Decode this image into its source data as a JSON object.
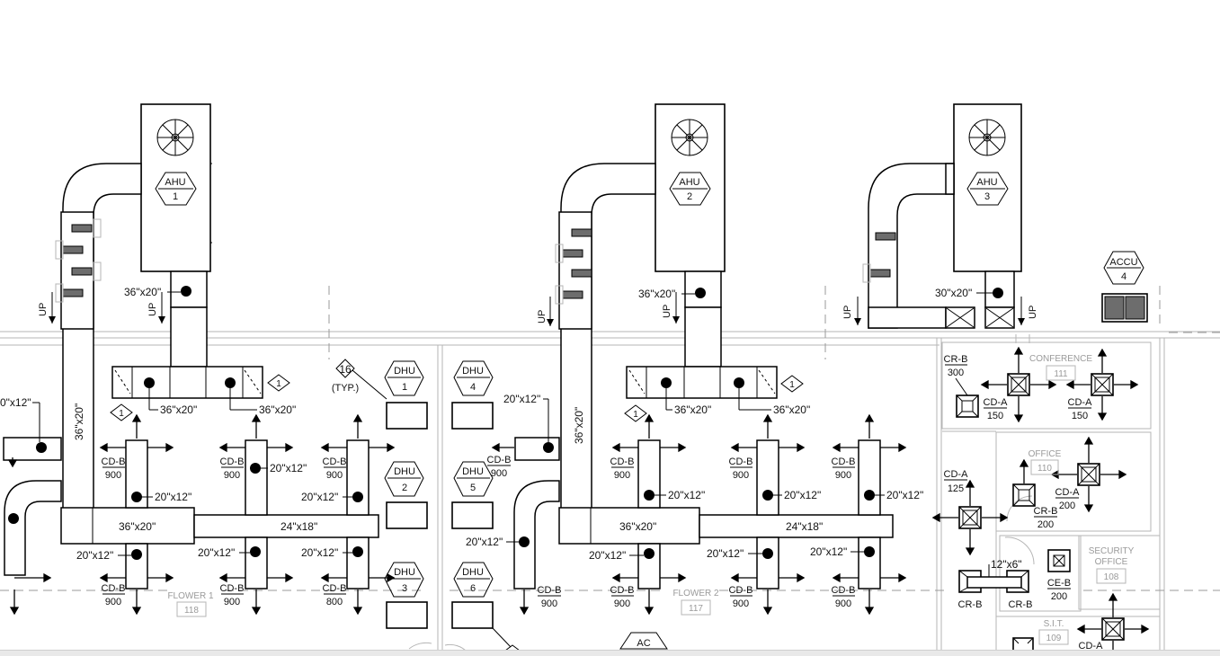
{
  "units": {
    "ahu1": {
      "tag": "AHU",
      "num": "1"
    },
    "ahu2": {
      "tag": "AHU",
      "num": "2"
    },
    "ahu3": {
      "tag": "AHU",
      "num": "3"
    },
    "accu4": {
      "tag": "ACCU",
      "num": "4"
    },
    "dhu1": {
      "tag": "DHU",
      "num": "1"
    },
    "dhu2": {
      "tag": "DHU",
      "num": "2"
    },
    "dhu3": {
      "tag": "DHU",
      "num": "3"
    },
    "dhu4": {
      "tag": "DHU",
      "num": "4"
    },
    "dhu5": {
      "tag": "DHU",
      "num": "5"
    },
    "dhu6": {
      "tag": "DHU",
      "num": "6"
    },
    "ac": {
      "tag": "AC"
    }
  },
  "sizes": {
    "s36x20": "36\"x20\"",
    "s20x12": "20\"x12\"",
    "s24x18": "24\"x18\"",
    "s30x20": "30\"x20\"",
    "s12x6": "12\"x6\"",
    "partial20x12": "0\"x12\""
  },
  "diffusers": {
    "cdb": "CD-B",
    "cda": "CD-A",
    "crb": "CR-B",
    "ceb": "CE-B",
    "cfm900": "900",
    "cfm800": "800",
    "cfm300": "300",
    "cfm150": "150",
    "cfm200": "200",
    "cfm125": "125"
  },
  "rooms": {
    "flower1": {
      "name": "FLOWER 1",
      "num": "118"
    },
    "flower2": {
      "name": "FLOWER 2",
      "num": "117"
    },
    "conference": {
      "name": "CONFERENCE",
      "num": "111"
    },
    "office": {
      "name": "OFFICE",
      "num": "110"
    },
    "security_line1": "SECURITY",
    "security_line2": "OFFICE",
    "security_num": "108",
    "sit": {
      "name": "S.I.T.",
      "num": "109"
    }
  },
  "notes": {
    "keynote1": "1",
    "keynote16": "16",
    "typ": "(TYP.)",
    "up": "UP"
  }
}
